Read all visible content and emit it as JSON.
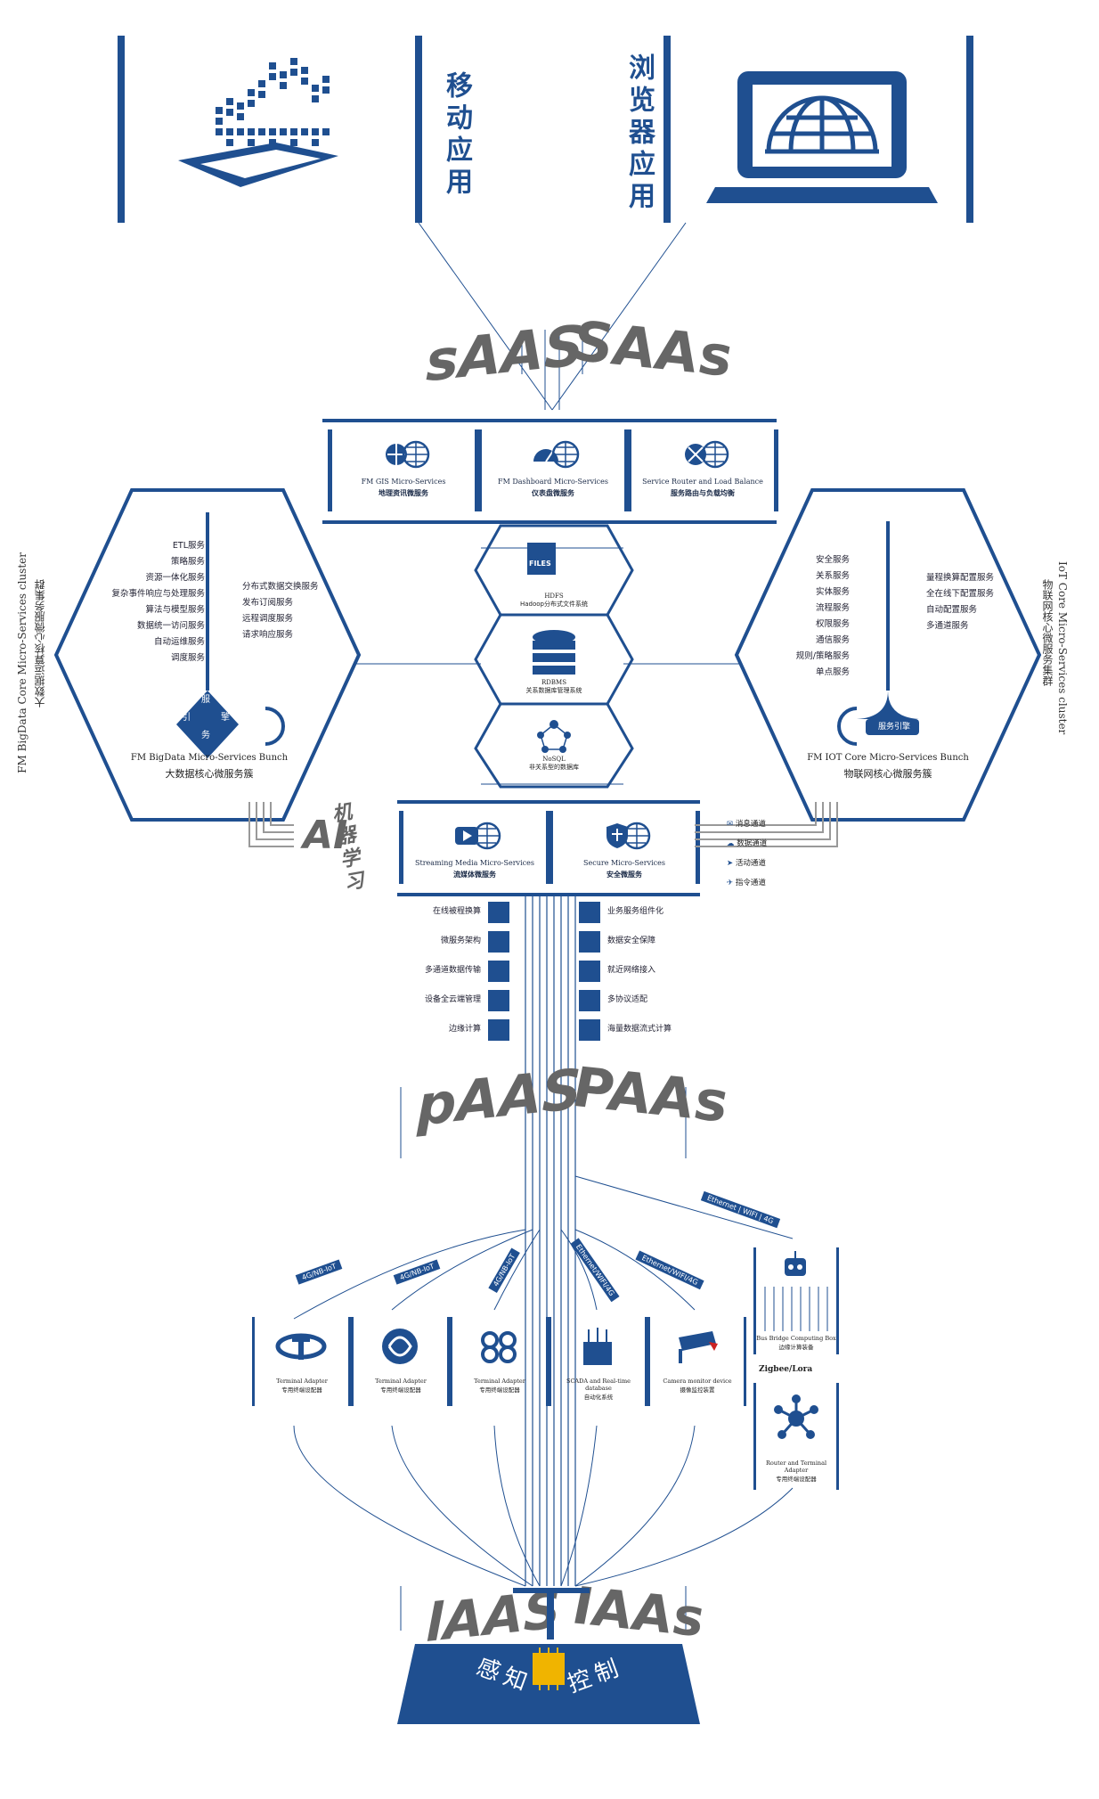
{
  "top_apps": {
    "mobile_label": "移动应用",
    "browser_label": "浏览器应用"
  },
  "saas": {
    "left": "sAAS",
    "right": "SAAs"
  },
  "saas_panel": [
    {
      "en": "FM GIS Micro-Services",
      "zh": "地理资讯微服务",
      "icon": "globe-icon"
    },
    {
      "en": "FM Dashboard Micro-Services",
      "zh": "仪表盘微服务",
      "icon": "gauge-icon"
    },
    {
      "en": "Service Router and Load Balance",
      "zh": "服务路由与负载均衡",
      "icon": "router-icon"
    }
  ],
  "storage": [
    {
      "icon_text": "FILES",
      "en": "HDFS",
      "zh": "Hadoop分布式文件系统"
    },
    {
      "en": "RDBMS",
      "zh": "关系数据库管理系统"
    },
    {
      "en": "NoSQL",
      "zh": "非关系型的数据库"
    }
  ],
  "bigdata_hex": {
    "side_en": "FM  BigData Core Micro-Services cluster",
    "side_zh": "大数据运算核心微服务集群",
    "title_en": "FM BigData Micro-Services Bunch",
    "title_zh": "大数据核心微服务簇",
    "left_items": [
      "ETL服务",
      "策略服务",
      "资源一体化服务",
      "复杂事件响应与处理服务",
      "算法与模型服务",
      "数据统一访问服务",
      "自动运维服务",
      "调度服务"
    ],
    "right_items": [
      "分布式数据交换服务",
      "发布订阅服务",
      "远程调度服务",
      "请求响应服务"
    ],
    "engine_chars": [
      "服",
      "引",
      "擎",
      "务"
    ]
  },
  "iot_hex": {
    "side_en": "IoT Core Micro-Services cluster",
    "side_zh": "物联网核心微服务集群",
    "title_en": "FM IOT Core Micro-Services Bunch",
    "title_zh": "物联网核心微服务簇",
    "left_items": [
      "安全服务",
      "关系服务",
      "实体服务",
      "流程服务",
      "权限服务",
      "通信服务",
      "规则/策略服务",
      "单点服务"
    ],
    "right_items": [
      "量程换算配置服务",
      "全在线下配置服务",
      "自动配置服务",
      "多通道服务"
    ],
    "engine_label": "服务引擎"
  },
  "ai": {
    "text": "AI",
    "ml": "机器学习"
  },
  "paas_panel": [
    {
      "en": "Streaming Media Micro-Services",
      "zh": "流媒体微服务",
      "icon": "play-icon"
    },
    {
      "en": "Secure Micro-Services",
      "zh": "安全微服务",
      "icon": "shield-icon"
    }
  ],
  "channels": [
    "消息通道",
    "数据通道",
    "活动通道",
    "指令通道"
  ],
  "paas_left": [
    "在线被程换算",
    "微服务架构",
    "多通道数据传输",
    "设备全云端管理",
    "边缘计算"
  ],
  "paas_right": [
    "业务服务组件化",
    "数据安全保障",
    "就近网络接入",
    "多协议适配",
    "海量数据流式计算"
  ],
  "paas": {
    "left": "pAAS",
    "right": "PAAs"
  },
  "net_labels": [
    "4G/NB-IoT",
    "4G/NB-IoT",
    "4G/NB-IoT",
    "Ethernet/WIFI/4G",
    "Ethernet/WIFI/4G",
    "Ethernet | WIFI | 4G"
  ],
  "devices": [
    {
      "en": "Terminal Adapter",
      "zh": "专用终端设配器",
      "icon": "telecom-icon"
    },
    {
      "en": "Terminal Adapter",
      "zh": "专用终端设配器",
      "icon": "mobile-icon"
    },
    {
      "en": "Terminal Adapter",
      "zh": "专用终端设配器",
      "icon": "unicom-icon"
    },
    {
      "en": "SCADA and Real-time database",
      "zh": "自动化系统",
      "icon": "scada-icon"
    },
    {
      "en": "Camera monitor device",
      "zh": "摄像监控装置",
      "icon": "camera-icon"
    }
  ],
  "edge": {
    "en": "Bus Bridge Computing Box",
    "zh": "边缘计算装备",
    "protocol": "Zigbee/Lora",
    "router_en": "Router and Terminal Adapter",
    "router_zh": "专用终端设配器"
  },
  "iaas": {
    "left": "lAAS",
    "right": "IAAs"
  },
  "perception": {
    "left": "感知",
    "right": "控制"
  },
  "colors": {
    "primary": "#1f4f90",
    "gray": "#666666"
  }
}
